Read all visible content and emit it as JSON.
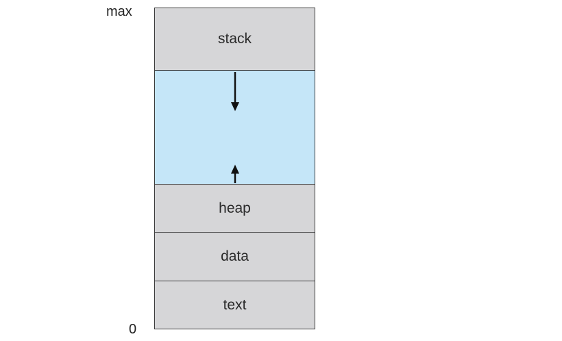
{
  "address_labels": {
    "max": "max",
    "zero": "0"
  },
  "segments": {
    "stack": "stack",
    "heap": "heap",
    "data": "data",
    "text": "text"
  },
  "colors": {
    "segment_fill": "#d6d6d8",
    "free_space_fill": "#c5e6f8",
    "border": "#3a3a3a"
  }
}
